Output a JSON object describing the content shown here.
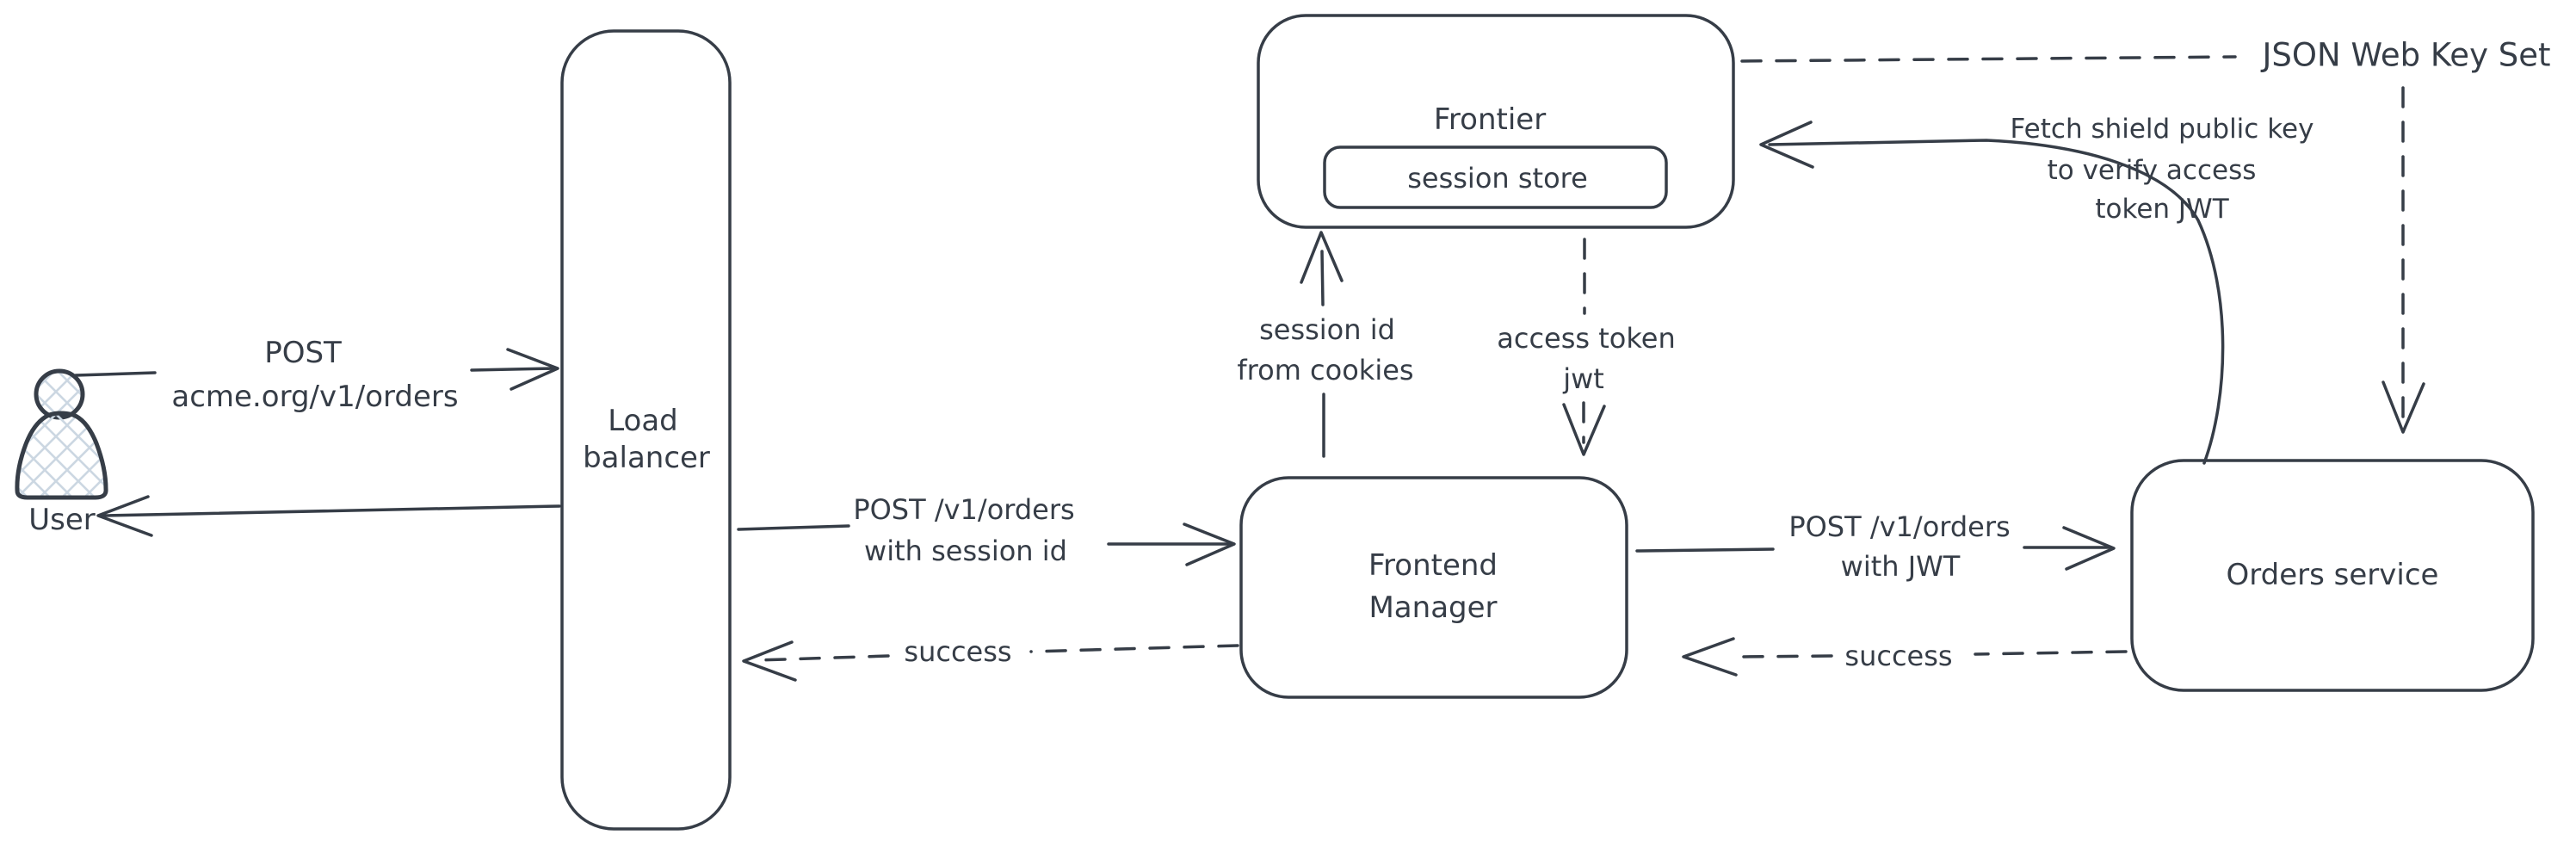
{
  "canvas": {
    "background": "#ffffff",
    "stroke_color": "#363d47",
    "hatch_color": "#ccd7e2"
  },
  "nodes": {
    "user": {
      "label": "User"
    },
    "load_balancer": {
      "line1": "Load",
      "line2": "balancer"
    },
    "frontier": {
      "label": "Frontier"
    },
    "session_store": {
      "label": "session store"
    },
    "frontend_manager": {
      "line1": "Frontend",
      "line2": "Manager"
    },
    "orders_service": {
      "label": "Orders service"
    }
  },
  "edge_labels": {
    "post_acme": {
      "line1": "POST",
      "line2": "acme.org/v1/orders"
    },
    "post_session": {
      "line1": "POST /v1/orders",
      "line2": "with session id"
    },
    "success_left": "success",
    "session_cookies": {
      "line1": "session id",
      "line2": "from cookies"
    },
    "access_token": {
      "line1": "access token",
      "line2": "jwt"
    },
    "post_jwt": {
      "line1": "POST /v1/orders",
      "line2": "with JWT"
    },
    "success_right": "success",
    "fetch_key": {
      "line1": "Fetch shield public key",
      "line2": "to verify access",
      "line3": "token JWT"
    },
    "jwks": "JSON Web Key Set"
  }
}
